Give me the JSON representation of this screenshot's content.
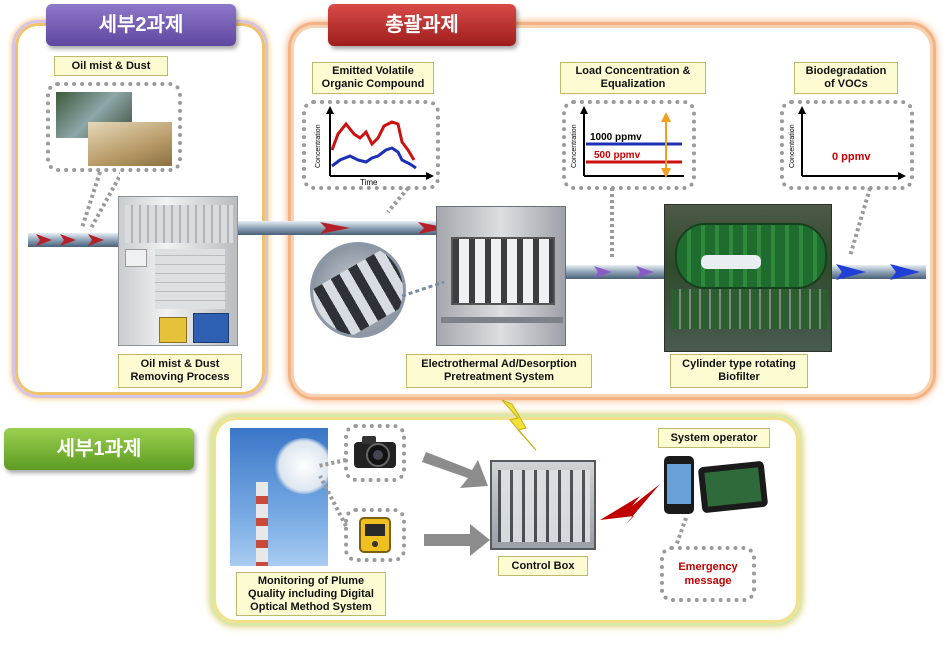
{
  "headers": {
    "sub2": "세부2과제",
    "total": "총괄과제",
    "sub1": "세부1과제"
  },
  "labels": {
    "oil_mist_dust": "Oil mist & Dust",
    "oil_mist_process": "Oil mist & Dust Removing Process",
    "emitted_voc": "Emitted Volatile Organic Compound",
    "load_concentration": "Load Concentration & Equalization",
    "biodegradation": "Biodegradation of VOCs",
    "electrothermal": "Electrothermal Ad/Desorption Pretreatment System",
    "biofilter": "Cylinder type rotating Biofilter",
    "system_operator": "System operator",
    "control_box": "Control Box",
    "monitoring": "Monitoring of Plume Quality including Digital Optical Method System",
    "emergency": "Emergency message"
  },
  "charts": {
    "voc": {
      "ylabel": "Concentration",
      "xlabel": "Time"
    },
    "load": {
      "ylabel": "Concentration",
      "line_high": "1000 ppmv",
      "line_low": "500 ppmv"
    },
    "bio": {
      "ylabel": "Concentration",
      "value": "0 ppmv"
    }
  },
  "colors": {
    "arrow_red": "#b3202a",
    "arrow_purple": "#8a5bc6",
    "arrow_blue": "#1f3fd6",
    "emergency_red": "#c00000",
    "ppm_red": "#cc0000",
    "line_blue": "#1b2fb8",
    "lightning_yellow": "#f3e03a"
  },
  "icons": [
    "camera-icon",
    "gas-detector-icon",
    "smartphone-icon",
    "tablet-icon",
    "lightning-icon",
    "chimney-icon"
  ]
}
